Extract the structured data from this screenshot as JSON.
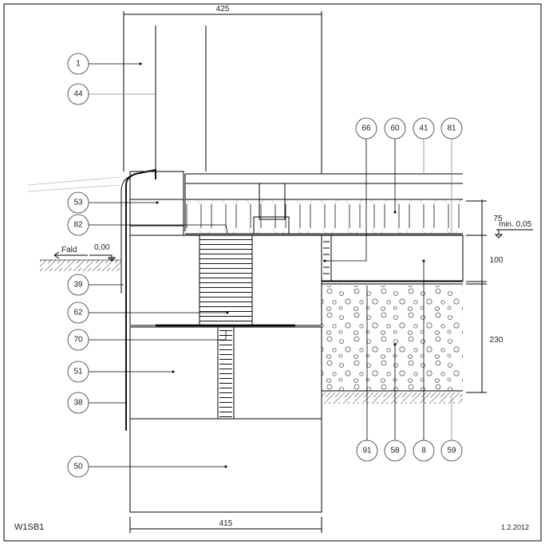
{
  "drawing": {
    "code": "W1SB1",
    "date": "1.2.2012",
    "dimensions": {
      "top_width": "425",
      "bottom_width": "415",
      "insulation_height": "75",
      "slab_height": "100",
      "gravel_height": "230"
    },
    "annotations": {
      "slope_text": "Fald",
      "ground_level": "0,00",
      "min_slope": "min. 0,05"
    },
    "labels_left": [
      "1",
      "44",
      "53",
      "82",
      "39",
      "62",
      "70",
      "51",
      "38",
      "50"
    ],
    "labels_top": [
      "66",
      "60",
      "41",
      "81"
    ],
    "labels_bottom": [
      "91",
      "58",
      "8",
      "59"
    ]
  }
}
